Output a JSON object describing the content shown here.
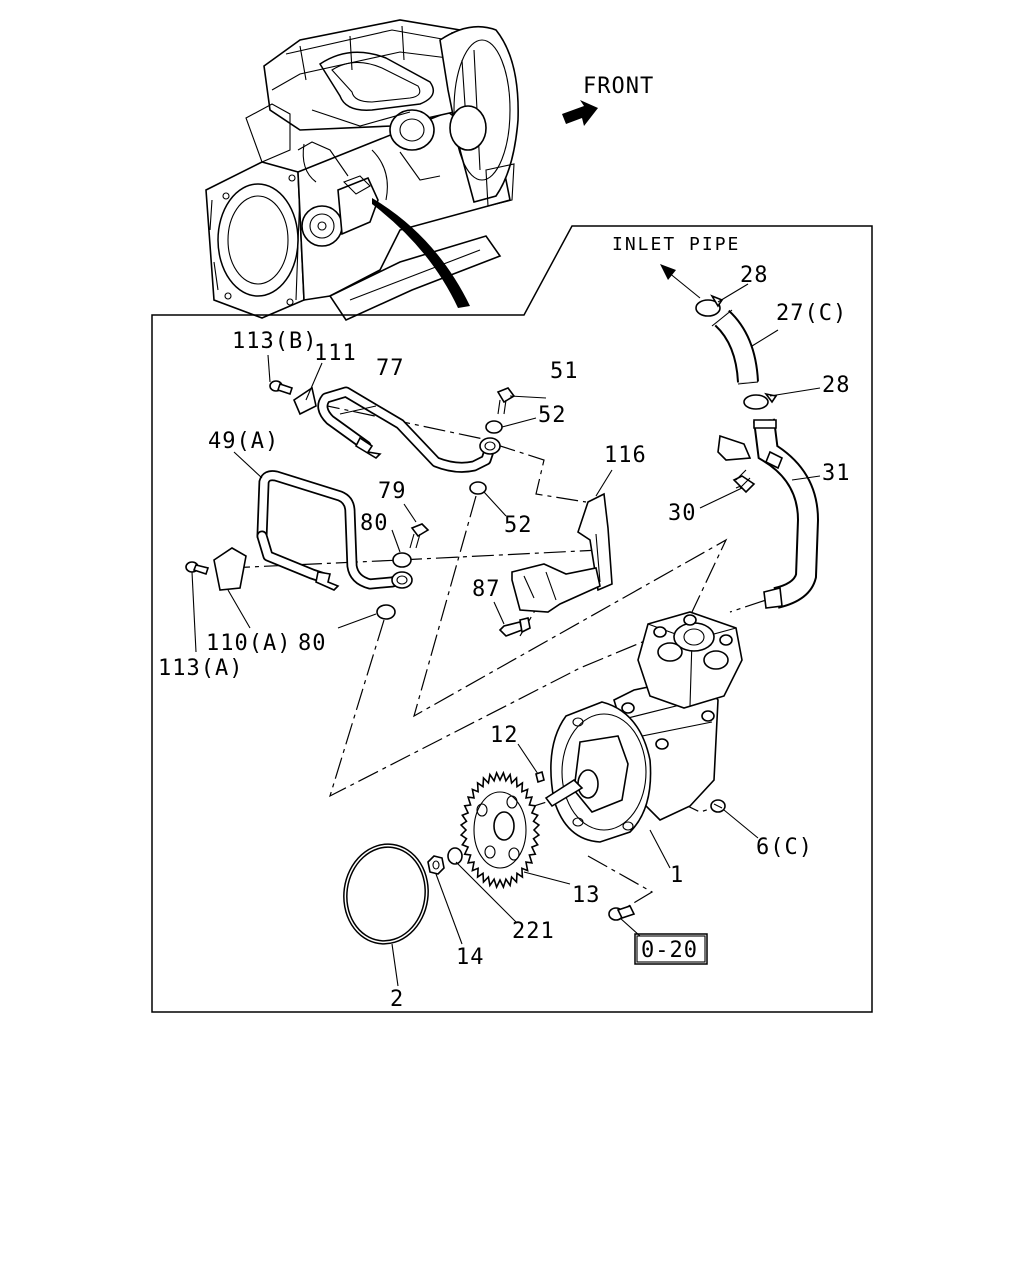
{
  "front_label": "FRONT",
  "inlet_label": "INLET PIPE",
  "ref_box": "0-20",
  "callouts": {
    "p113b": "113(B)",
    "p111": "111",
    "p77": "77",
    "p51": "51",
    "p52a": "52",
    "p52b": "52",
    "p116": "116",
    "p49a": "49(A)",
    "p79": "79",
    "p80a": "80",
    "p80b": "80",
    "p87": "87",
    "p110a": "110(A)",
    "p113a": "113(A)",
    "p28a": "28",
    "p27c": "27(C)",
    "p28b": "28",
    "p31": "31",
    "p30": "30",
    "p12": "12",
    "p6c": "6(C)",
    "p1": "1",
    "p13": "13",
    "p221": "221",
    "p14": "14",
    "p2": "2"
  },
  "icons": {
    "front_arrow": "front-arrow-icon",
    "inlet_arrow": "inlet-arrow-icon"
  }
}
